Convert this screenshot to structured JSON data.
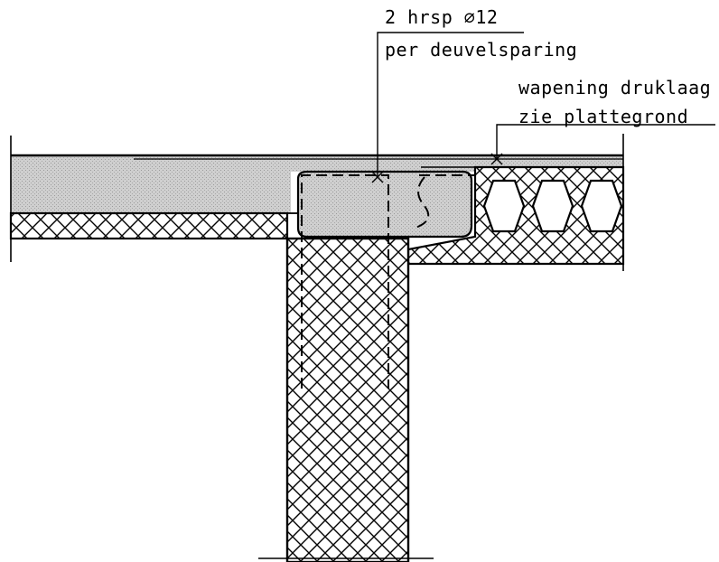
{
  "annotations": {
    "rebar_line1": "2 hrsp ∅12",
    "rebar_line2": "per deuvelsparing",
    "topping_line1": "wapening druklaag",
    "topping_line2": "zie plattegrond"
  },
  "colors": {
    "ink": "#000000",
    "concrete_fill": "#c8c8c8",
    "background": "#ffffff"
  },
  "hatch_patterns": {
    "topping": "concrete-stipple",
    "precast": "cross-hatch"
  }
}
